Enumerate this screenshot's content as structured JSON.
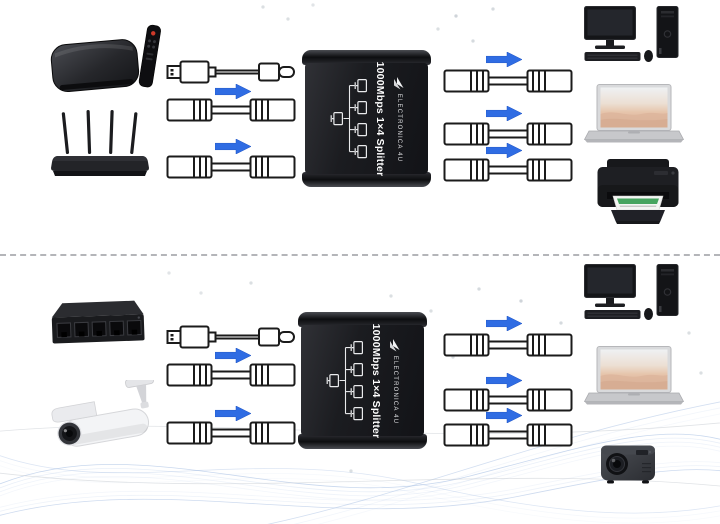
{
  "splitter": {
    "label": "1000Mbps 1×4 Splitter",
    "brand": "ELECTRONICA 4U",
    "diagram": "one-to-four-network-split"
  },
  "colors": {
    "arrow_blue": "#2f6ce3",
    "splitter_body": "#1a1b1e",
    "wave_blue": "#9db8e0",
    "background": "#ffffff"
  },
  "panels": [
    {
      "name": "top",
      "input_devices": [
        "tv-box-with-remote",
        "wifi-router"
      ],
      "cables": [
        "usb-a-to-usb-c-cable",
        "ethernet-cable"
      ],
      "output_devices": [
        "desktop-computer",
        "laptop",
        "printer"
      ]
    },
    {
      "name": "bottom",
      "input_devices": [
        "network-switch",
        "cctv-camera"
      ],
      "cables": [
        "usb-a-to-usb-c-cable",
        "ethernet-cable"
      ],
      "output_devices": [
        "desktop-computer",
        "laptop",
        "projector"
      ]
    }
  ]
}
